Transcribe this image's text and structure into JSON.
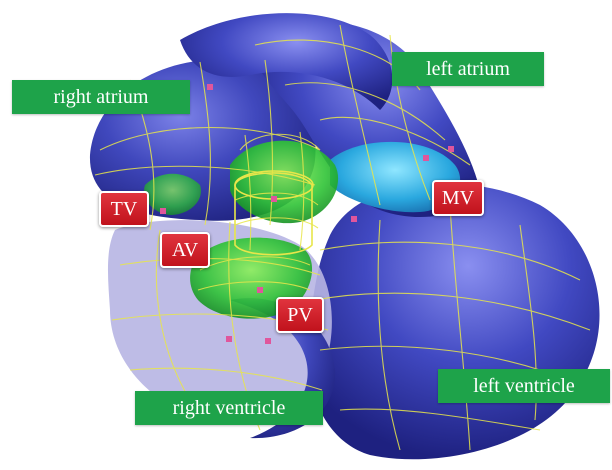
{
  "labels": {
    "right_atrium": "right atrium",
    "left_atrium": "left atrium",
    "right_ventricle": "right ventricle",
    "left_ventricle": "left ventricle",
    "tricuspid_valve": "TV",
    "aortic_valve": "AV",
    "mitral_valve": "MV",
    "pulmonary_valve": "PV"
  },
  "colors": {
    "chamber_fill": "#3a3fb0",
    "chamber_dark": "#1a1c73",
    "mesh_lines": "#e8e64a",
    "valve_green": "#2fcf3a",
    "mitral_cyan": "#2db4e6",
    "label_green": "#1ea34a",
    "label_red": "#d3202a"
  }
}
